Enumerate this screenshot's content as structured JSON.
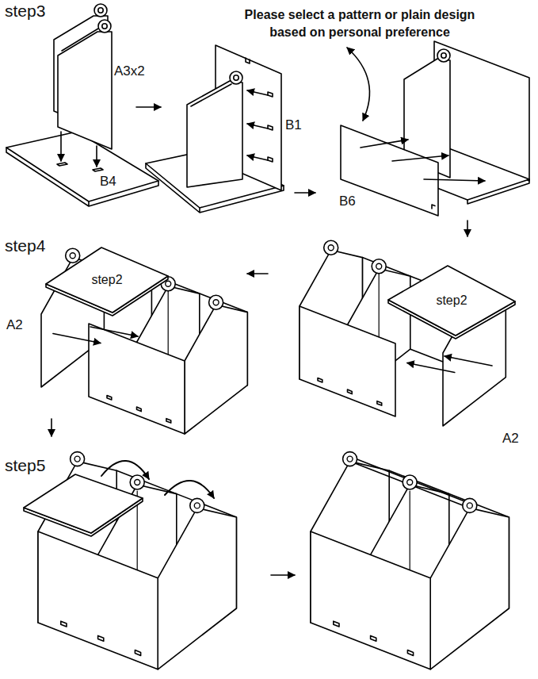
{
  "diagram": {
    "labels": [
      "step3",
      "A3x2",
      "Please select a pattern or plain design based on personal preference",
      "B1",
      "B4",
      "B6",
      "step4",
      "step2",
      "step2",
      "A2",
      "A2",
      "step5"
    ]
  }
}
